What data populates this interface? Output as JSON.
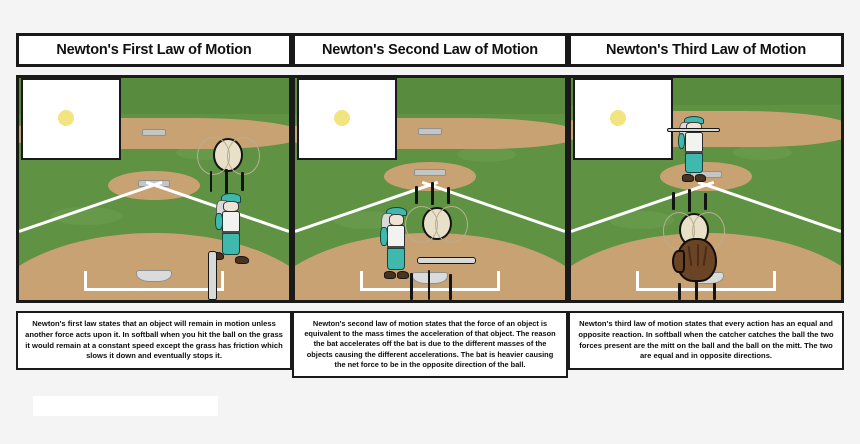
{
  "storyboard": {
    "background_color": "#f4f4f4",
    "panel_count": 3
  },
  "theme": {
    "grass": "#5f9243",
    "grass_dark": "#588b3e",
    "dirt": "#c9a273",
    "line_white": "#ffffff",
    "border": "#1a1a1a",
    "uniform_teal": "#3fb8ae",
    "jersey_white": "#f2f2f0",
    "ball": "#e8e0c8",
    "mitt_brown": "#6b4426",
    "sun": "#f2e47e",
    "base_gray": "#c3c6c4"
  },
  "panels": [
    {
      "id": "panel-first-law",
      "title": "Newton's First Law of Motion",
      "caption": "Newton's first law states that an object will remain in motion unless another force acts upon it. In softball when you hit the ball on the grass it would remain at a constant speed except the grass has friction which slows it down and eventually stops it.",
      "scene": {
        "name": "ball-rolling-past-runner",
        "elements": [
          "sky-box",
          "sun",
          "outfield-dirt",
          "second-base",
          "pitcher-mound",
          "infield-dirt",
          "foul-lines",
          "home-plate",
          "batters-box",
          "softball",
          "motion-lines",
          "runner-player",
          "upright-bat"
        ]
      }
    },
    {
      "id": "panel-second-law",
      "title": "Newton's Second Law of Motion",
      "caption": "Newton's second law of motion states that the force of an object is equivalent to the mass times the acceleration of that object. The reason the bat accelerates off the bat is due to the different masses of the objects causing the different accelerations. The bat is heavier causing the net force to be in the opposite direction of the ball.",
      "scene": {
        "name": "batter-hitting-ball",
        "elements": [
          "sky-box",
          "sun",
          "outfield-dirt",
          "second-base",
          "pitcher-mound",
          "infield-dirt",
          "foul-lines",
          "home-plate",
          "batters-box",
          "softball",
          "motion-lines",
          "batter-player",
          "horizontal-bat"
        ]
      }
    },
    {
      "id": "panel-third-law",
      "title": "Newton's Third Law of Motion",
      "caption": "Newton's third law of motion states that every action has an equal and opposite reaction. In softball when the catcher catches the ball the two forces present are the mitt on the ball and the ball on the mitt. The two are equal and in opposite directions.",
      "scene": {
        "name": "catcher-mitt-catching-ball",
        "elements": [
          "sky-box",
          "sun",
          "outfield-dirt",
          "pitcher-mound",
          "infield-dirt",
          "foul-lines",
          "home-plate",
          "batters-box",
          "softball",
          "motion-lines",
          "pitcher-player",
          "catchers-mitt"
        ]
      }
    }
  ]
}
